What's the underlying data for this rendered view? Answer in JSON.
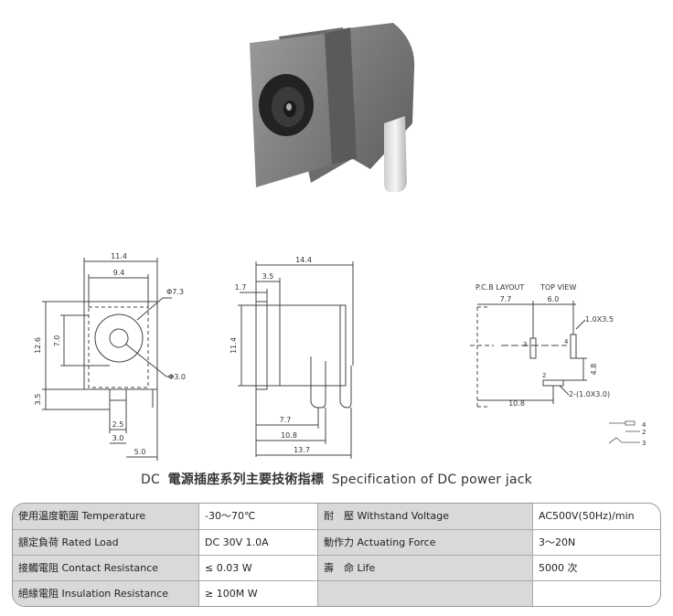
{
  "drawing_labels": {
    "front_w_outer": "11.4",
    "front_w_inner": "9.4",
    "front_h_outer": "12.6",
    "front_h_inner": "7.0",
    "front_pin_len": "3.5",
    "front_dia_outer": "Φ7.3",
    "front_dia_inner": "Φ3.0",
    "front_pin_w": "2.5",
    "front_pin_gap": "3.0",
    "front_pin_off": "5.0",
    "side_len": "14.4",
    "side_a": "3.5",
    "side_b": "1.7",
    "side_h": "11.4",
    "side_p1": "7.7",
    "side_p2": "10.8",
    "side_p3": "13.7",
    "pcb_title": "P.C.B LAYOUT",
    "top_view": "TOP VIEW",
    "pcb_a": "7.7",
    "pcb_b": "6.0",
    "pcb_slot1": "1.0X3.5",
    "pcb_c": "4.8",
    "pcb_d": "10.8",
    "pcb_slot2": "2-(1.0X3.0)",
    "pin3": "3",
    "pin4": "4",
    "pin2": "2",
    "sch4": "4",
    "sch2": "2",
    "sch3": "3"
  },
  "caption": {
    "prefix": "DC",
    "zh": "電源插座系列主要技術指標",
    "en": "Specification of DC power jack"
  },
  "spec_rows": [
    {
      "label": "使用温度範圍 Temperature",
      "value": "-30～70℃",
      "label2": "耐　壓 Withstand Voltage",
      "value2": "AC500V(50Hz)/min"
    },
    {
      "label": "額定負荷 Rated Load",
      "value": "DC  30V  1.0A",
      "label2": "動作力 Actuating Force",
      "value2": "3～20N"
    },
    {
      "label": "接觸電阻 Contact Resistance",
      "value": "≤ 0.03 W",
      "label2": "壽　命 Life",
      "value2": "5000 次"
    },
    {
      "label": "絕緣電阻 Insulation Resistance",
      "value": "≥ 100M W",
      "label2": "",
      "value2": ""
    }
  ]
}
